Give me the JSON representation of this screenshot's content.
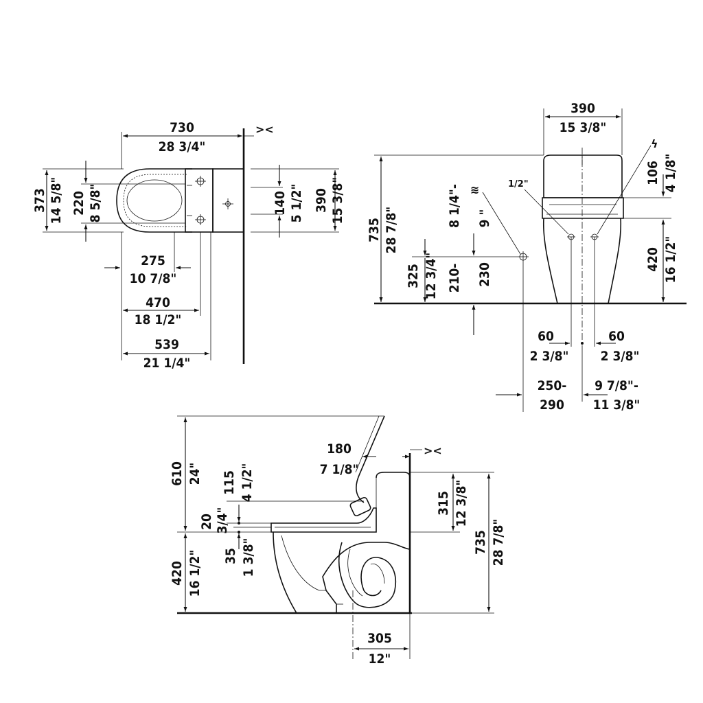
{
  "plan_view": {
    "width_mm": "730",
    "width_in": "28 3/4\"",
    "depth_mm": "373",
    "depth_in": "14 5/8\"",
    "seat_mm": "220",
    "seat_in": "8 5/8\"",
    "outlet_mm": "140",
    "outlet_in": "5 1/2\"",
    "tank_mm": "390",
    "tank_in": "15 3/8\"",
    "d275_mm": "275",
    "d275_in": "10 7/8\"",
    "d470_mm": "470",
    "d470_in": "18 1/2\"",
    "d539_mm": "539",
    "d539_in": "21 1/4\"",
    "wall_symbol": "><"
  },
  "front_view": {
    "width_mm": "390",
    "width_in": "15 3/8\"",
    "height_mm": "735",
    "height_in": "28 7/8\"",
    "tank_top_mm": "106",
    "tank_top_in": "4 1/8\"",
    "seat_height_mm": "420",
    "seat_height_in": "16 1/2\"",
    "supply_height_mm": "325",
    "supply_height_in": "12 3/4\"",
    "supply_range_mm": "210-",
    "supply_range_mm2": "230",
    "supply_range_in": "8 1/4\"-",
    "supply_range_in2": "9 \"",
    "pipe_label": "1/2\"",
    "left_offset_mm": "60",
    "left_offset_in": "2 3/8\"",
    "right_offset_mm": "60",
    "right_offset_in": "2 3/8\"",
    "side_range_mm": "250-",
    "side_range_mm2": "290",
    "side_range_in": "9 7/8\"-",
    "side_range_in2": "11 3/8\"",
    "water_symbol": "≋",
    "power_symbol": "ϟ"
  },
  "side_view": {
    "top_mm": "610",
    "top_in": "24\"",
    "lid_mm": "115",
    "lid_in": "4 1/2\"",
    "seat_thick_mm": "20",
    "seat_thick_in": "3/4\"",
    "rim_mm": "35",
    "rim_in": "1 3/8\"",
    "seat_height_mm": "420",
    "seat_height_in": "16 1/2\"",
    "hose_mm": "180",
    "hose_in": "7 1/8\"",
    "tank_mm": "315",
    "tank_in": "12 3/8\"",
    "height_mm": "735",
    "height_in": "28 7/8\"",
    "rough_in_mm": "305",
    "rough_in_in": "12\"",
    "wall_symbol": "><"
  }
}
